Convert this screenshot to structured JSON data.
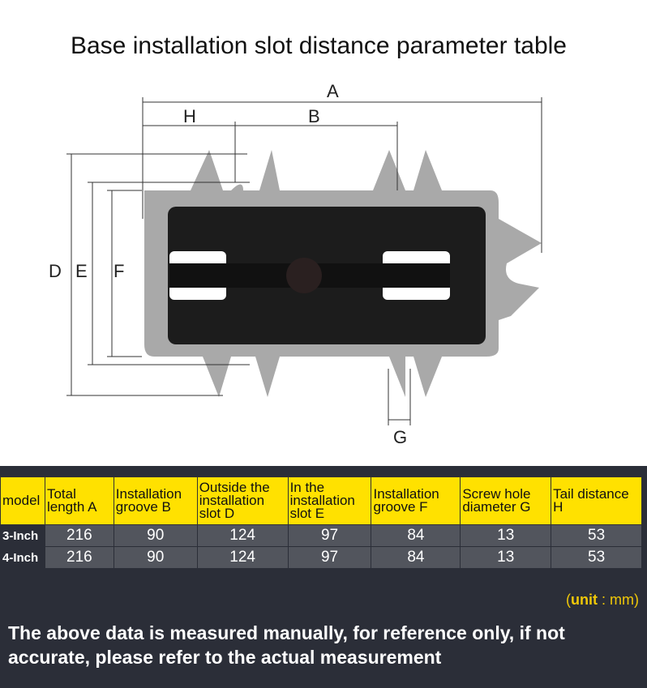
{
  "title": "Base installation slot distance parameter table",
  "diagram": {
    "labels": {
      "A": "A",
      "B": "B",
      "H": "H",
      "D": "D",
      "E": "E",
      "F": "F",
      "G": "G"
    }
  },
  "table": {
    "headers": [
      "model",
      "Total length A",
      "Installation groove B",
      "Outside the installation slot D",
      "In the installation slot E",
      "Installation groove F",
      "Screw hole diameter G",
      "Tail distance H"
    ],
    "rows": [
      {
        "model": "3-Inch",
        "values": [
          "216",
          "90",
          "124",
          "97",
          "84",
          "13",
          "53"
        ]
      },
      {
        "model": "4-Inch",
        "values": [
          "216",
          "90",
          "124",
          "97",
          "84",
          "13",
          "53"
        ]
      }
    ]
  },
  "unit": {
    "open": "(",
    "word": "unit",
    "rest": " : mm)"
  },
  "note": "The above data is measured manually, for reference only, if not accurate, please refer to the actual measurement"
}
